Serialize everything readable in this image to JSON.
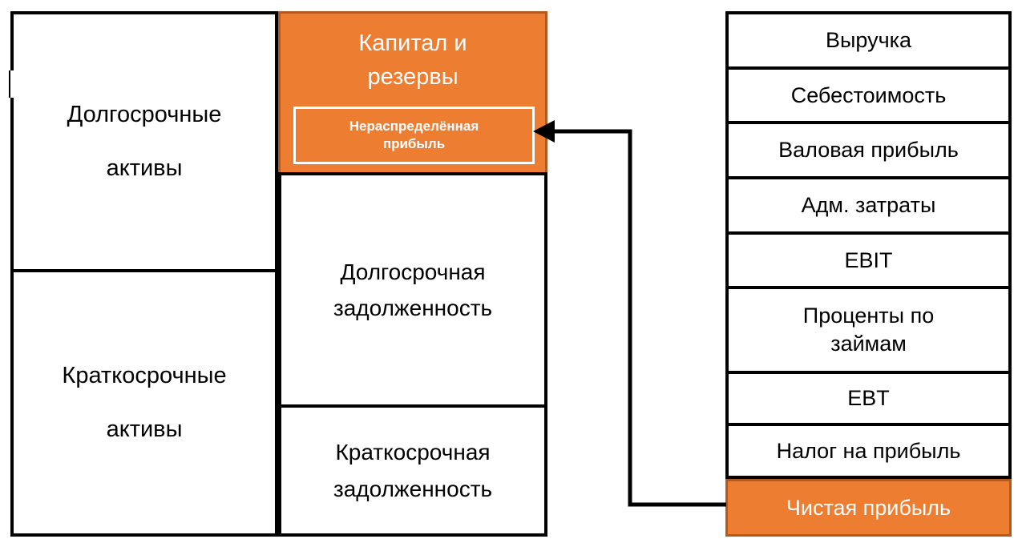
{
  "colors": {
    "orange_fill": "#ED7D31",
    "orange_border": "#AE5A21",
    "line_black": "#000000",
    "text_white": "#FFFFFF"
  },
  "balance_sheet": {
    "assets": [
      {
        "label": "Долгосрочные активы"
      },
      {
        "label": "Краткосрочные активы"
      }
    ],
    "equity": {
      "label": "Капитал и резервы",
      "retained": "Нераспределённая прибыль"
    },
    "liabilities": [
      {
        "label": "Долгосрочная задолженность"
      },
      {
        "label": "Краткосрочная задолженность"
      }
    ]
  },
  "income_statement": {
    "rows": [
      "Выручка",
      "Себестоимость",
      "Валовая прибыль",
      "Адм. затраты",
      "EBIT",
      "Проценты по займам",
      "EBT",
      "Налог на прибыль"
    ],
    "net_profit": "Чистая прибыль"
  },
  "arrow": {
    "from": "Чистая прибыль",
    "to": "Нераспределённая прибыль"
  }
}
